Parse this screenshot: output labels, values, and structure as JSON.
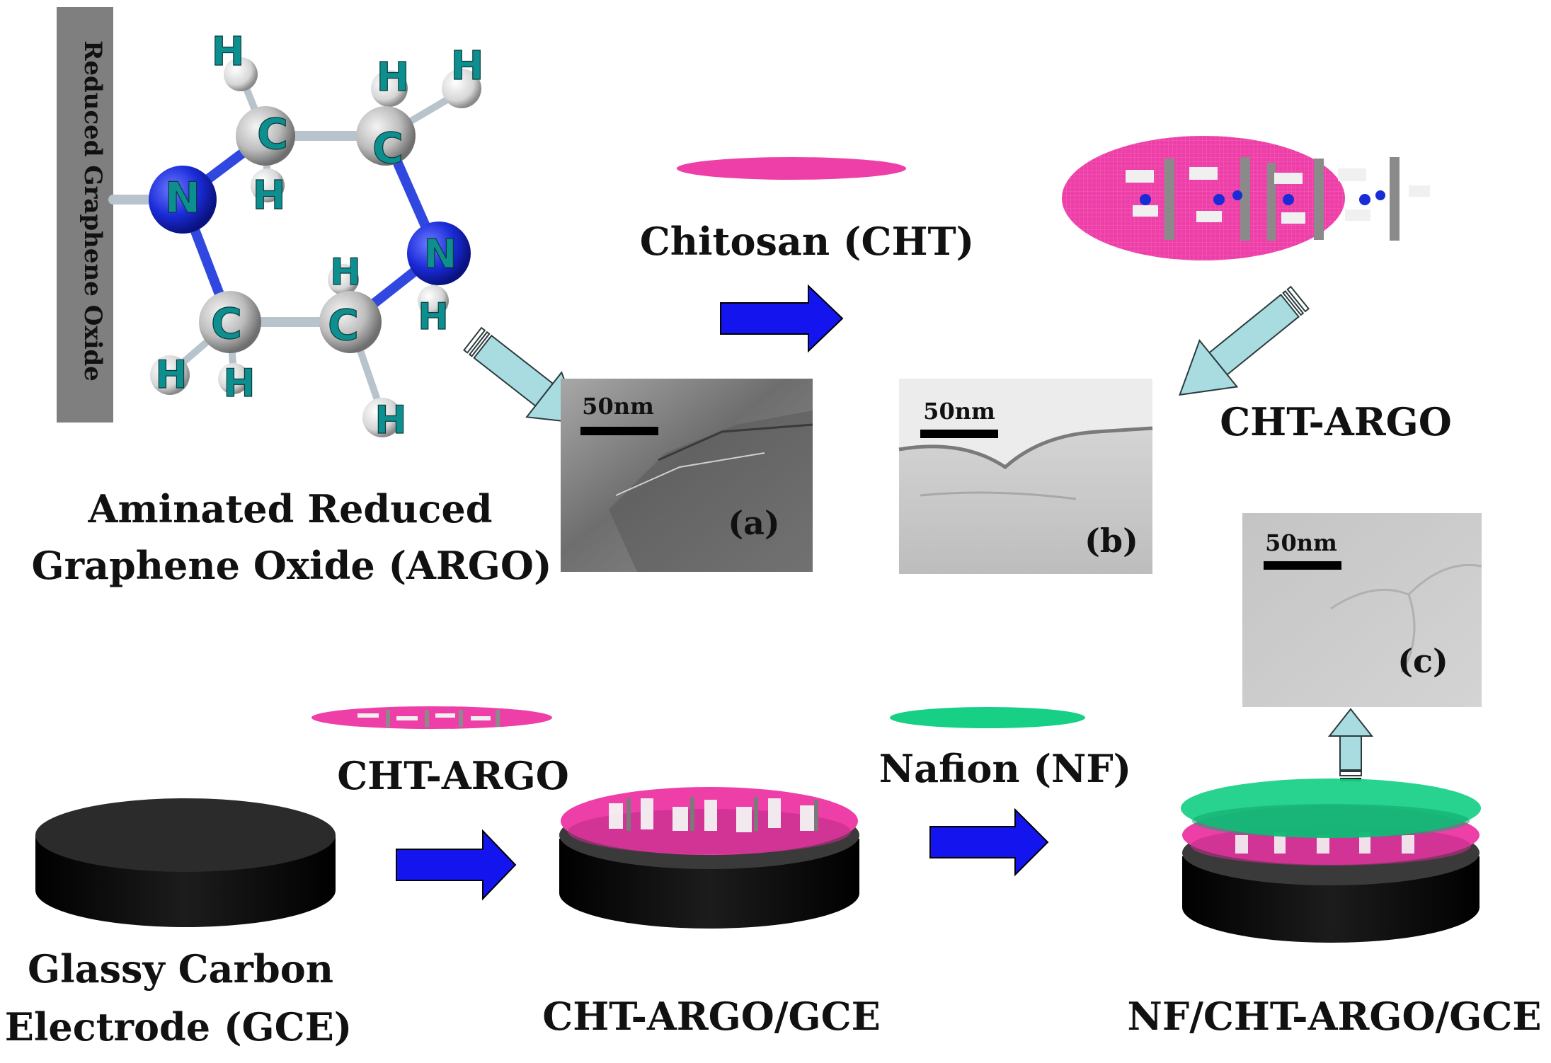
{
  "rgo_bar": {
    "text": "Reduced Graphene Oxide",
    "color": "#7f7f7f"
  },
  "molecule": {
    "atoms": {
      "hydrogen": "H",
      "carbon": "C",
      "nitrogen": "N"
    },
    "colors": {
      "hydrogen": "#e8e8e8",
      "carbon": "#c8c8c8",
      "nitrogen": "#1a2bd8",
      "bond": "#b8c4cc",
      "bond_n": "#3048e0"
    }
  },
  "labels": {
    "argo_line1": "Aminated Reduced",
    "argo_line2": "Graphene Oxide  (ARGO)",
    "chitosan": "Chitosan (CHT)",
    "cht_argo_top": "CHT-ARGO",
    "cht_argo_bottom": "CHT-ARGO",
    "nafion": "Nafion (NF)",
    "gce_line1": "Glassy Carbon",
    "gce_line2": "Electrode (GCE)",
    "cht_argo_gce": "CHT-ARGO/GCE",
    "nf_cht_argo_gce": "NF/CHT-ARGO/GCE"
  },
  "tem_images": [
    {
      "scale": "50nm",
      "panel": "(a)"
    },
    {
      "scale": "50nm",
      "panel": "(b)"
    },
    {
      "scale": "50nm",
      "panel": "(c)"
    }
  ],
  "colors": {
    "chitosan": "#ee3fa8",
    "nafion": "#17d086",
    "arrow_process": "#1414ee",
    "arrow_pointer": "#a9dce0",
    "electrode": "#151515"
  }
}
